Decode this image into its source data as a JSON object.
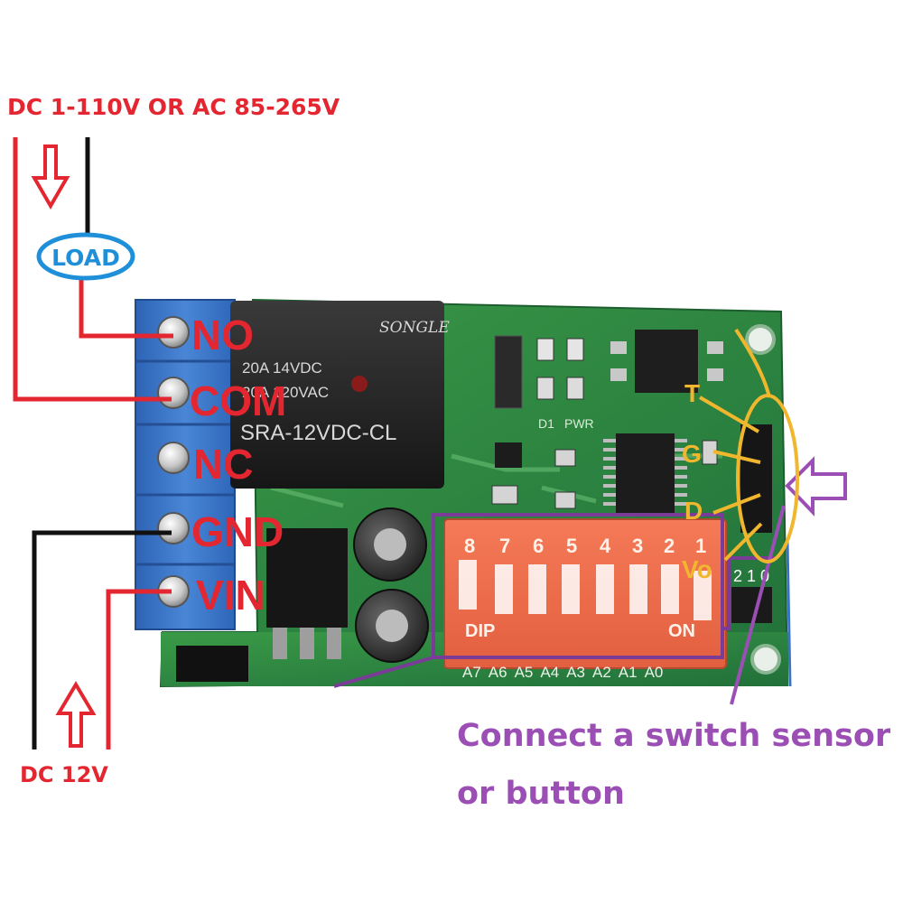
{
  "supply_label": "DC 1-110V OR AC 85-265V",
  "load_label": "LOAD",
  "dc_label": "DC 12V",
  "terminals": [
    "NO",
    "COM",
    "NC",
    "GND",
    "VIN"
  ],
  "relay": {
    "brand": "SONGLE",
    "rating1": "20A 14VDC",
    "rating2": "20A 120VAC",
    "model": "SRA-12VDC-CL"
  },
  "board_labels": {
    "d1": "D1",
    "pwr": "PWR",
    "dip": "DIP",
    "on": "ON",
    "dip_numbers": [
      "8",
      "7",
      "6",
      "5",
      "4",
      "3",
      "2",
      "1"
    ],
    "address_labels": [
      "A7",
      "A6",
      "A5",
      "A4",
      "A3",
      "A2",
      "A1",
      "A0"
    ],
    "jumper_labels": "2 1 0"
  },
  "pins": [
    "T",
    "G",
    "D",
    "Vo"
  ],
  "caption_line1": "Connect a switch sensor",
  "caption_line2": "or button",
  "colors": {
    "red": "#e3262f",
    "purple": "#9b4fb5",
    "yellow": "#f0b72e",
    "board_green": "#2e8a3e",
    "terminal_blue": "#3b73c4",
    "dip_orange": "#ef6b4a",
    "load_blue": "#1e8fd8"
  }
}
